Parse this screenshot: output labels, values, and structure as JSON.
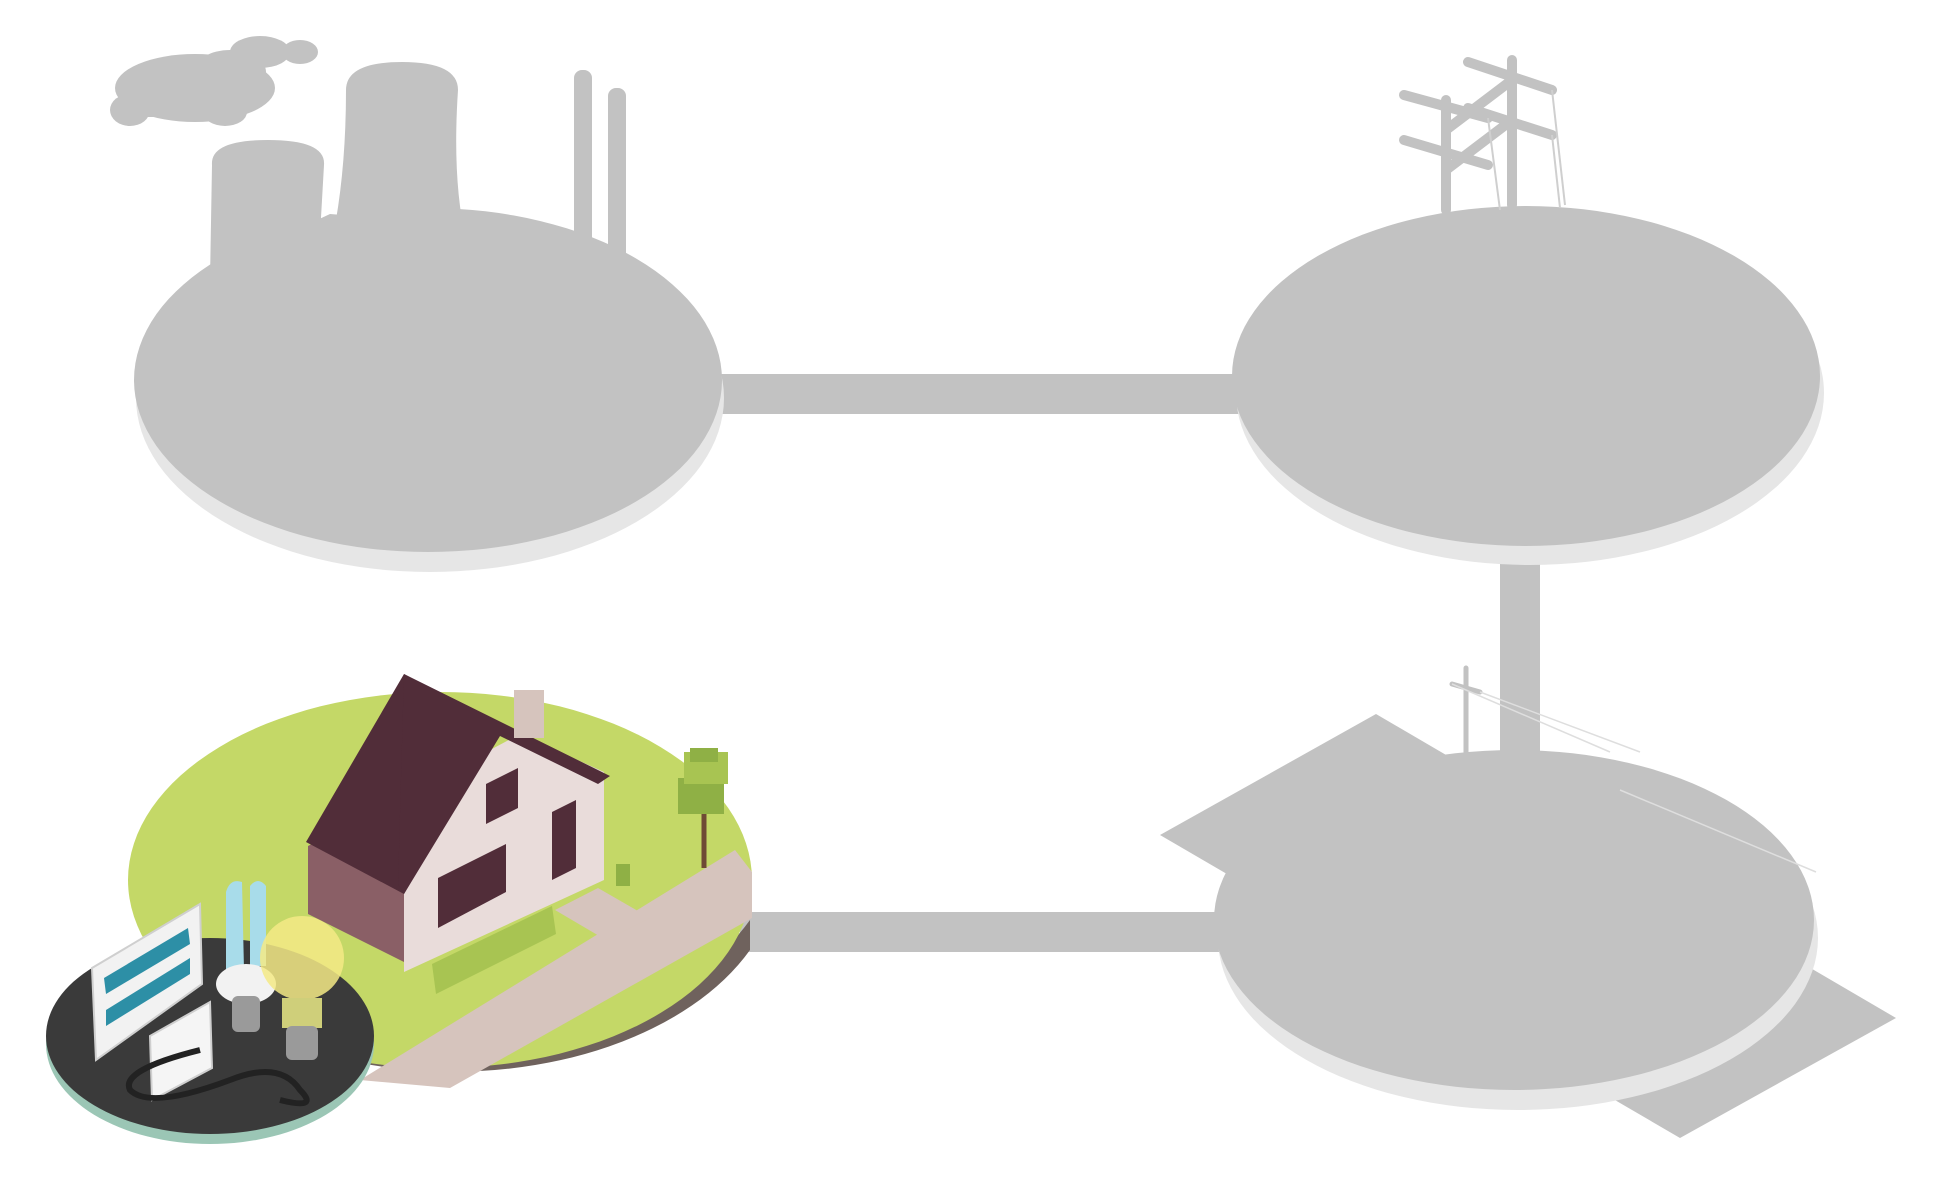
{
  "colors": {
    "background": "#ffffff",
    "placeholder": "#c2c2c2",
    "placeholder_shadow": "#e6e6e6",
    "placeholder_light": "#cfcfcf",
    "lawn": "#c4d867",
    "roof": "#512d39",
    "wall_light": "#e9dcda",
    "wall_dark": "#8a5f66",
    "path": "#d6c4bd",
    "soil": "#6f625d",
    "disc_dark": "#3a3a3a",
    "bulb_blue": "#a8dcea",
    "bulb_yellow": "#f4ea86",
    "panel_accent": "#2d8fa6"
  },
  "diagram": {
    "nodes": [
      {
        "id": "power-plant",
        "icon": "power-plant-icon",
        "state": "inactive"
      },
      {
        "id": "transmission-tower",
        "icon": "transmission-tower-icon",
        "state": "inactive"
      },
      {
        "id": "distribution-substation",
        "icon": "utility-pole-icon",
        "state": "inactive"
      },
      {
        "id": "home-consumer",
        "icon": "house-icon",
        "state": "active"
      }
    ],
    "connectors": [
      {
        "from": "power-plant",
        "to": "transmission-tower"
      },
      {
        "from": "transmission-tower",
        "to": "distribution-substation"
      },
      {
        "from": "distribution-substation",
        "to": "home-consumer"
      }
    ]
  }
}
